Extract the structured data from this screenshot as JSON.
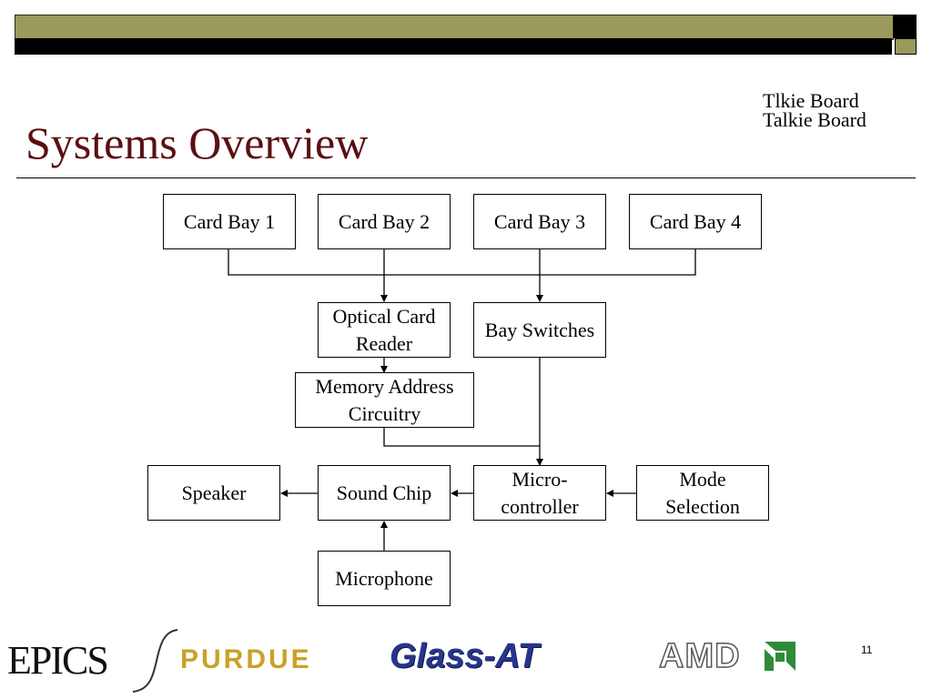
{
  "slide": {
    "title": "Systems Overview",
    "side_note": [
      "Tlkie Board",
      "Talkie Board"
    ],
    "page_number": "11"
  },
  "diagram": {
    "nodes": {
      "card_bay_1": "Card Bay 1",
      "card_bay_2": "Card Bay 2",
      "card_bay_3": "Card Bay 3",
      "card_bay_4": "Card Bay 4",
      "optical_card_reader": "Optical Card\nReader",
      "bay_switches": "Bay Switches",
      "memory_address_circuitry": "Memory Address\nCircuitry",
      "speaker": "Speaker",
      "sound_chip": "Sound Chip",
      "microcontroller": "Micro-\ncontroller",
      "mode_selection": "Mode\nSelection",
      "microphone": "Microphone"
    }
  },
  "footer": {
    "epics": "EPICS",
    "purdue": "PURDUE",
    "glass_at": "Glass-AT",
    "amd": "AMD"
  },
  "colors": {
    "title": "#5a0f12",
    "band_olive": "#9a9a5c",
    "purdue_gold": "#c9a227",
    "glass_blue": "#27358a",
    "amd_green": "#2e8b3a"
  }
}
